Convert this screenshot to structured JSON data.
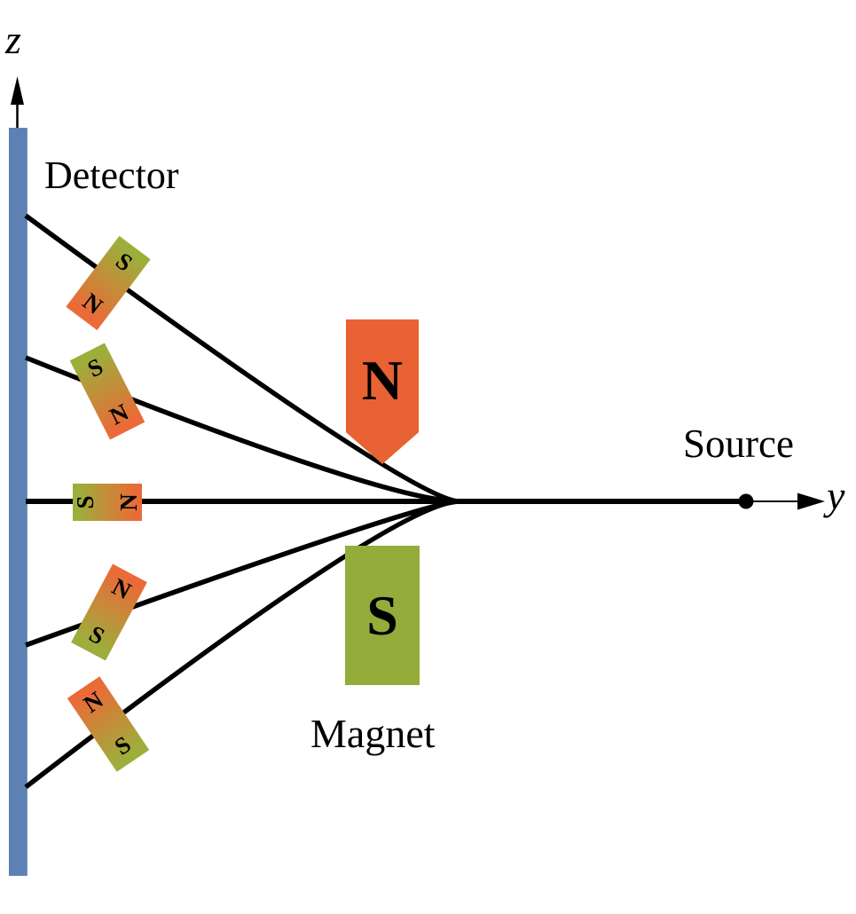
{
  "labels": {
    "detector": "Detector",
    "source": "Source",
    "magnet": "Magnet"
  },
  "axes": {
    "z": "z",
    "y": "y"
  },
  "poles": {
    "north": "N",
    "south": "S"
  },
  "beam_magnets": [
    {
      "top": "S",
      "bottom": "N"
    },
    {
      "top": "S",
      "bottom": "N"
    },
    {
      "top": "S",
      "bottom": "N"
    },
    {
      "top": "N",
      "bottom": "S"
    },
    {
      "top": "N",
      "bottom": "S"
    }
  ],
  "colors": {
    "detector_bar": "#5d81b4",
    "north_pole_orange": "#e96233",
    "south_pole_green": "#93ac3a",
    "magnet_gradient_green": "#9dae3b",
    "magnet_gradient_orange": "#ea6b38",
    "beam_line": "#000000"
  }
}
